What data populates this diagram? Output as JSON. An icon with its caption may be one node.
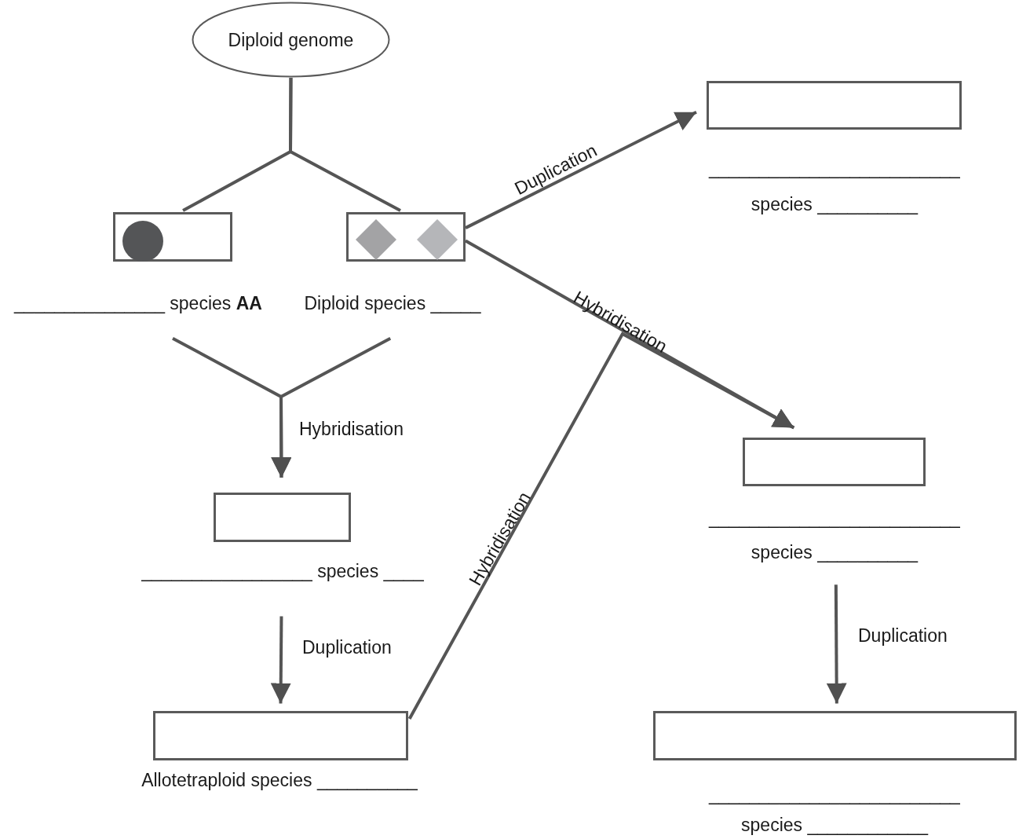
{
  "diagram": {
    "nodes": [
      {
        "text": [
          "Diploid genome"
        ]
      },
      {
        "text": [],
        "shape": "box",
        "beside": [
          "_______________ species **AA**"
        ]
      },
      {
        "text": [],
        "shape": "box",
        "beside": [
          "Diploid species _____"
        ]
      },
      {
        "text": [],
        "shape": "box",
        "beside": [
          "_________________________",
          "species __________"
        ]
      },
      {
        "text": [],
        "shape": "box",
        "beside": [
          "_________________________",
          "species __________"
        ]
      },
      {
        "text": [],
        "shape": "box",
        "beside": [
          "_________________ species ____"
        ]
      },
      {
        "text": [],
        "shape": "box",
        "beside": [
          "Allotetraploid species __________"
        ]
      },
      {
        "text": [],
        "shape": "box",
        "beside": [
          "_________________________",
          "species ____________"
        ]
      }
    ],
    "edges": [
      {
        "from": 0,
        "to": 1,
        "arrow": "none"
      },
      {
        "from": 0,
        "to": 2,
        "arrow": "none"
      },
      {
        "from": 2,
        "to": 3,
        "arrow": "to",
        "label": "Duplication"
      },
      {
        "from": 2,
        "to": 4,
        "arrow": "to",
        "label": "Hybridisation"
      },
      {
        "from": 1,
        "to": 5,
        "arrow": "to",
        "label": "Hybridisation"
      },
      {
        "from": 2,
        "to": 5,
        "arrow": "to"
      },
      {
        "from": 5,
        "to": 6,
        "arrow": "to",
        "label": "Duplication"
      },
      {
        "from": 6,
        "to": 4,
        "arrow": "to",
        "label": "Hybridisation"
      },
      {
        "from": 4,
        "to": 7,
        "arrow": "to",
        "label": "Duplication"
      }
    ]
  }
}
